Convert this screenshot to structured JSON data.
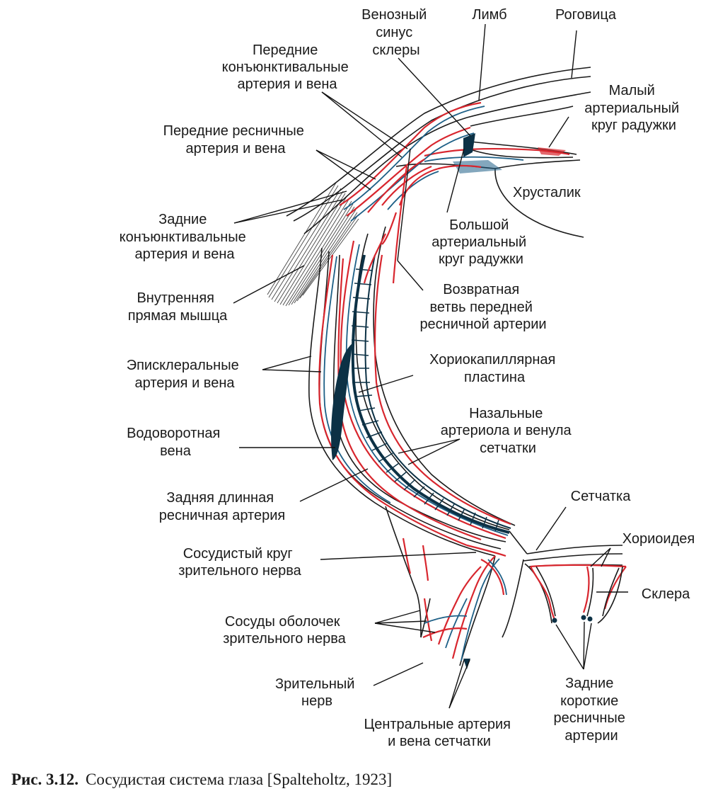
{
  "labels": {
    "venous_sinus": [
      "Венозный",
      "синус",
      "склеры"
    ],
    "limbus": [
      "Лимб"
    ],
    "cornea": [
      "Роговица"
    ],
    "ant_conj": [
      "Передние",
      "конъюнктивальные",
      "артерия и вена"
    ],
    "minor_circle": [
      "Малый",
      "артериальный",
      "круг радужки"
    ],
    "ant_ciliary": [
      "Передние ресничные",
      "артерия и вена"
    ],
    "lens": [
      "Хрусталик"
    ],
    "post_conj": [
      "Задние",
      "конъюнктивальные",
      "артерия и вена"
    ],
    "major_circle": [
      "Большой",
      "артериальный",
      "круг радужки"
    ],
    "med_rectus": [
      "Внутренняя",
      "прямая мышца"
    ],
    "recurrent": [
      "Возвратная",
      "ветвь передней",
      "ресничной артерии"
    ],
    "choriocap": [
      "Хориокапиллярная",
      "пластина"
    ],
    "episcleral": [
      "Эписклеральные",
      "артерия и вена"
    ],
    "nasal": [
      "Назальные",
      "артериола и венула",
      "сетчатки"
    ],
    "vortex": [
      "Водоворотная",
      "вена"
    ],
    "long_ciliary": [
      "Задняя длинная",
      "ресничная артерия"
    ],
    "retina": [
      "Сетчатка"
    ],
    "choroid": [
      "Хориоидея"
    ],
    "optic_circle": [
      "Сосудистый круг",
      "зрительного нерва"
    ],
    "sclera": [
      "Склера"
    ],
    "sheath_vessels": [
      "Сосуды оболочек",
      "зрительного нерва"
    ],
    "optic_nerve": [
      "Зрительный",
      "нерв"
    ],
    "short_ciliary": [
      "Задние",
      "короткие",
      "ресничные",
      "артерии"
    ],
    "central": [
      "Центральные артерия",
      "и вена сетчатки"
    ]
  },
  "caption": {
    "bold": "Рис. 3.12.",
    "text": "Сосудистая система глаза [Spalteholtz, 1923]"
  },
  "colors": {
    "artery": "#d8262e",
    "vein": "#1d5f86",
    "outline": "#1a1a1a"
  }
}
